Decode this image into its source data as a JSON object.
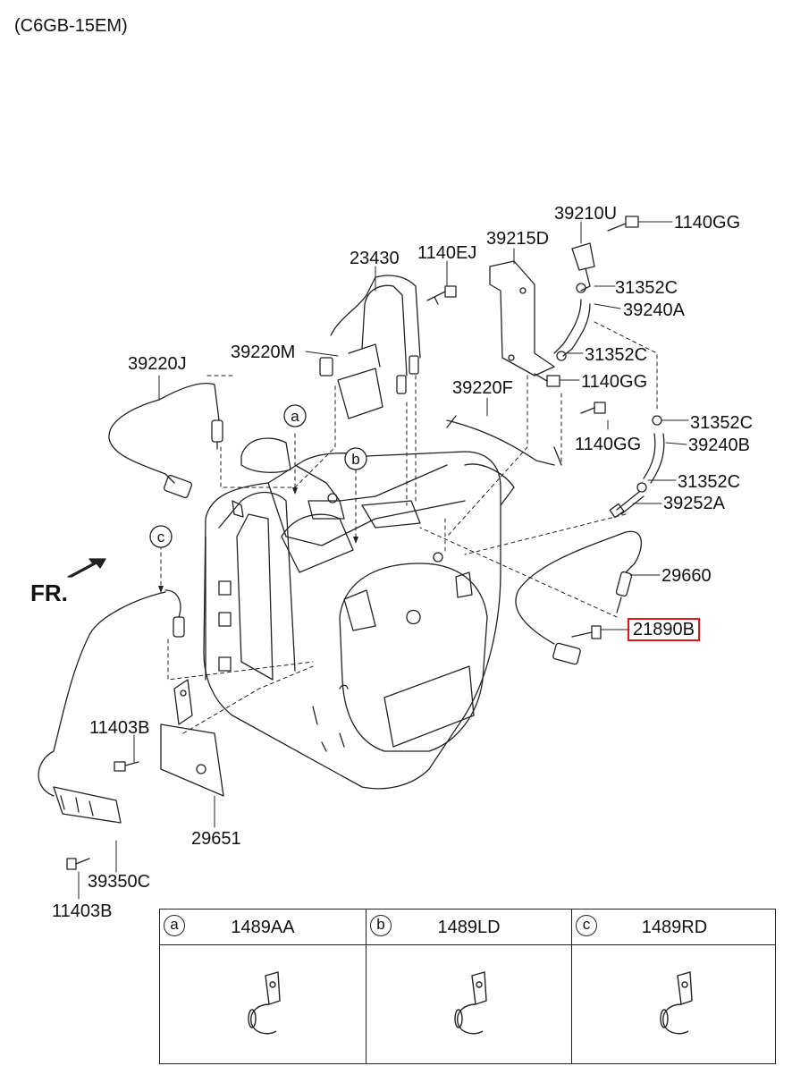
{
  "header": {
    "model_code": "(C6GB-15EM)"
  },
  "callouts": {
    "c_1140GG_top": "1140GG",
    "c_39210U": "39210U",
    "c_39215D": "39215D",
    "c_23430": "23430",
    "c_1140EJ": "1140EJ",
    "c_31352C_1": "31352C",
    "c_39240A": "39240A",
    "c_39220M": "39220M",
    "c_31352C_2": "31352C",
    "c_39220J": "39220J",
    "c_1140GG_mid": "1140GG",
    "c_39220F": "39220F",
    "c_31352C_3": "31352C",
    "c_1140GG_low": "1140GG",
    "c_39240B": "39240B",
    "c_31352C_4": "31352C",
    "c_39252A": "39252A",
    "c_29660": "29660",
    "c_21890B": "21890B",
    "c_11403B_1": "11403B",
    "c_29651": "29651",
    "c_39350C": "39350C",
    "c_11403B_2": "11403B",
    "fr": "FR.",
    "marker_a": "a",
    "marker_b": "b",
    "marker_c": "c"
  },
  "highlighted_part": "21890B",
  "highlight_color": "#e0161b",
  "legend": [
    {
      "letter": "a",
      "part": "1489AA"
    },
    {
      "letter": "b",
      "part": "1489LD"
    },
    {
      "letter": "c",
      "part": "1489RD"
    }
  ]
}
